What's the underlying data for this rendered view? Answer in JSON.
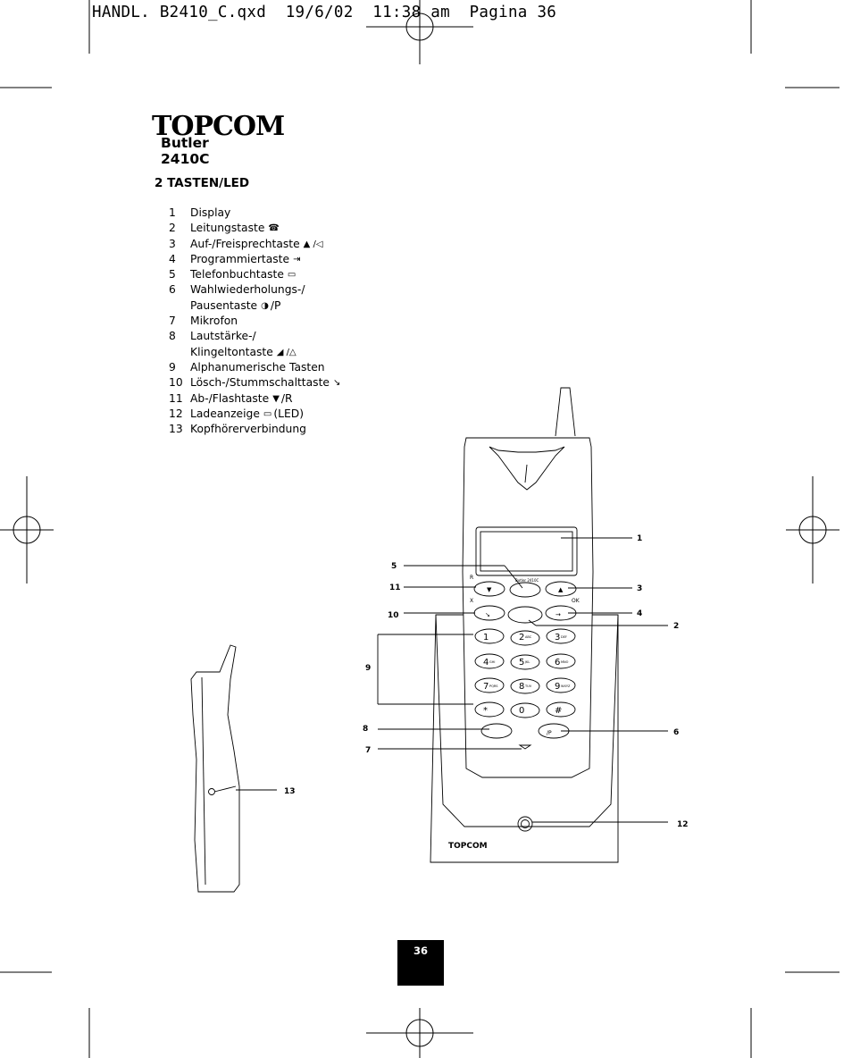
{
  "header": {
    "slug": "HANDL. B2410_C.qxd  19/6/02  11:38 am  Pagina 36"
  },
  "brand": {
    "logo": "TOPCOM",
    "model": "Butler 2410C"
  },
  "section": {
    "title": "2 TASTEN/LED"
  },
  "keys": [
    {
      "num": "1",
      "lines": [
        "Display"
      ],
      "icon": ""
    },
    {
      "num": "2",
      "lines": [
        "Leitungstaste"
      ],
      "icon": "handset-icon"
    },
    {
      "num": "3",
      "lines": [
        "Auf-/Freisprechtaste"
      ],
      "icon": "up-speaker-icon"
    },
    {
      "num": "4",
      "lines": [
        "Programmiertaste"
      ],
      "icon": "program-icon"
    },
    {
      "num": "5",
      "lines": [
        "Telefonbuchtaste"
      ],
      "icon": "phonebook-icon"
    },
    {
      "num": "6",
      "lines": [
        "Wahlwiederholungs-/",
        "Pausentaste"
      ],
      "icon": "redial-icon",
      "suffix": "/P"
    },
    {
      "num": "7",
      "lines": [
        "Mikrofon"
      ],
      "icon": ""
    },
    {
      "num": "8",
      "lines": [
        "Lautstärke-/",
        "Klingeltontaste"
      ],
      "icon": "volume-ring-icon"
    },
    {
      "num": "9",
      "lines": [
        "Alphanumerische Tasten"
      ],
      "icon": ""
    },
    {
      "num": "10",
      "lines": [
        "Lösch-/Stummschalttaste"
      ],
      "icon": "mute-icon"
    },
    {
      "num": "11",
      "lines": [
        "Ab-/Flashtaste"
      ],
      "icon": "down-icon",
      "suffix": "/R"
    },
    {
      "num": "12",
      "lines": [
        "Ladeanzeige"
      ],
      "icon": "led-icon",
      "suffix": "(LED)"
    },
    {
      "num": "13",
      "lines": [
        "Kopfhörerverbindung"
      ],
      "icon": ""
    }
  ],
  "figure": {
    "callouts": [
      "1",
      "2",
      "3",
      "4",
      "5",
      "6",
      "7",
      "8",
      "9",
      "10",
      "11",
      "12",
      "13"
    ],
    "phone_brand": "TOPCOM",
    "phone_model": "Butler 2410C",
    "keypad": [
      {
        "digit": "1",
        "sub": ""
      },
      {
        "digit": "2",
        "sub": "ABC"
      },
      {
        "digit": "3",
        "sub": "DEF"
      },
      {
        "digit": "4",
        "sub": "GHI"
      },
      {
        "digit": "5",
        "sub": "JKL"
      },
      {
        "digit": "6",
        "sub": "MNO"
      },
      {
        "digit": "7",
        "sub": "PQRS"
      },
      {
        "digit": "8",
        "sub": "TUV"
      },
      {
        "digit": "9",
        "sub": "WXYZ"
      },
      {
        "digit": "*",
        "sub": ""
      },
      {
        "digit": "0",
        "sub": ""
      },
      {
        "digit": "#",
        "sub": ""
      }
    ],
    "labels": {
      "r": "R",
      "x": "X",
      "ok": "OK",
      "redial": "/P"
    }
  },
  "footer": {
    "page_number": "36"
  }
}
